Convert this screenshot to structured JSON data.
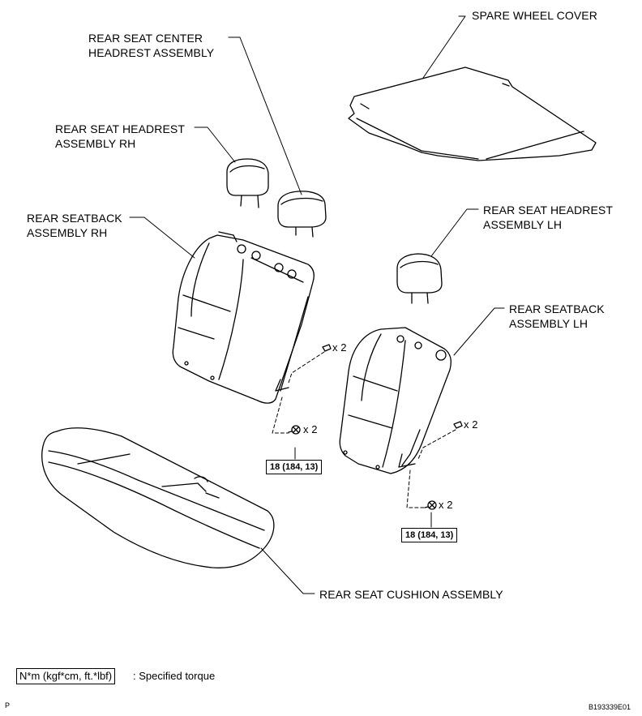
{
  "labels": {
    "spare_wheel_cover": "SPARE WHEEL COVER",
    "center_headrest_line1": "REAR SEAT CENTER",
    "center_headrest_line2": "HEADREST ASSEMBLY",
    "headrest_rh_line1": "REAR SEAT HEADREST",
    "headrest_rh_line2": "ASSEMBLY RH",
    "seatback_rh_line1": "REAR SEATBACK",
    "seatback_rh_line2": "ASSEMBLY RH",
    "headrest_lh_line1": "REAR SEAT HEADREST",
    "headrest_lh_line2": "ASSEMBLY LH",
    "seatback_lh_line1": "REAR SEATBACK",
    "seatback_lh_line2": "ASSEMBLY LH",
    "cushion": "REAR SEAT CUSHION ASSEMBLY"
  },
  "qty": {
    "clip_rh": "x 2",
    "bolt_rh": "x 2",
    "clip_lh": "x 2",
    "bolt_lh": "x 2"
  },
  "torque": {
    "rh": "18 (184, 13)",
    "lh": "18 (184, 13)"
  },
  "legend": {
    "units": "N*m (kgf*cm, ft.*lbf)",
    "description": ": Specified torque"
  },
  "footer": {
    "left_mark": "P",
    "figure_id": "B193339E01"
  }
}
